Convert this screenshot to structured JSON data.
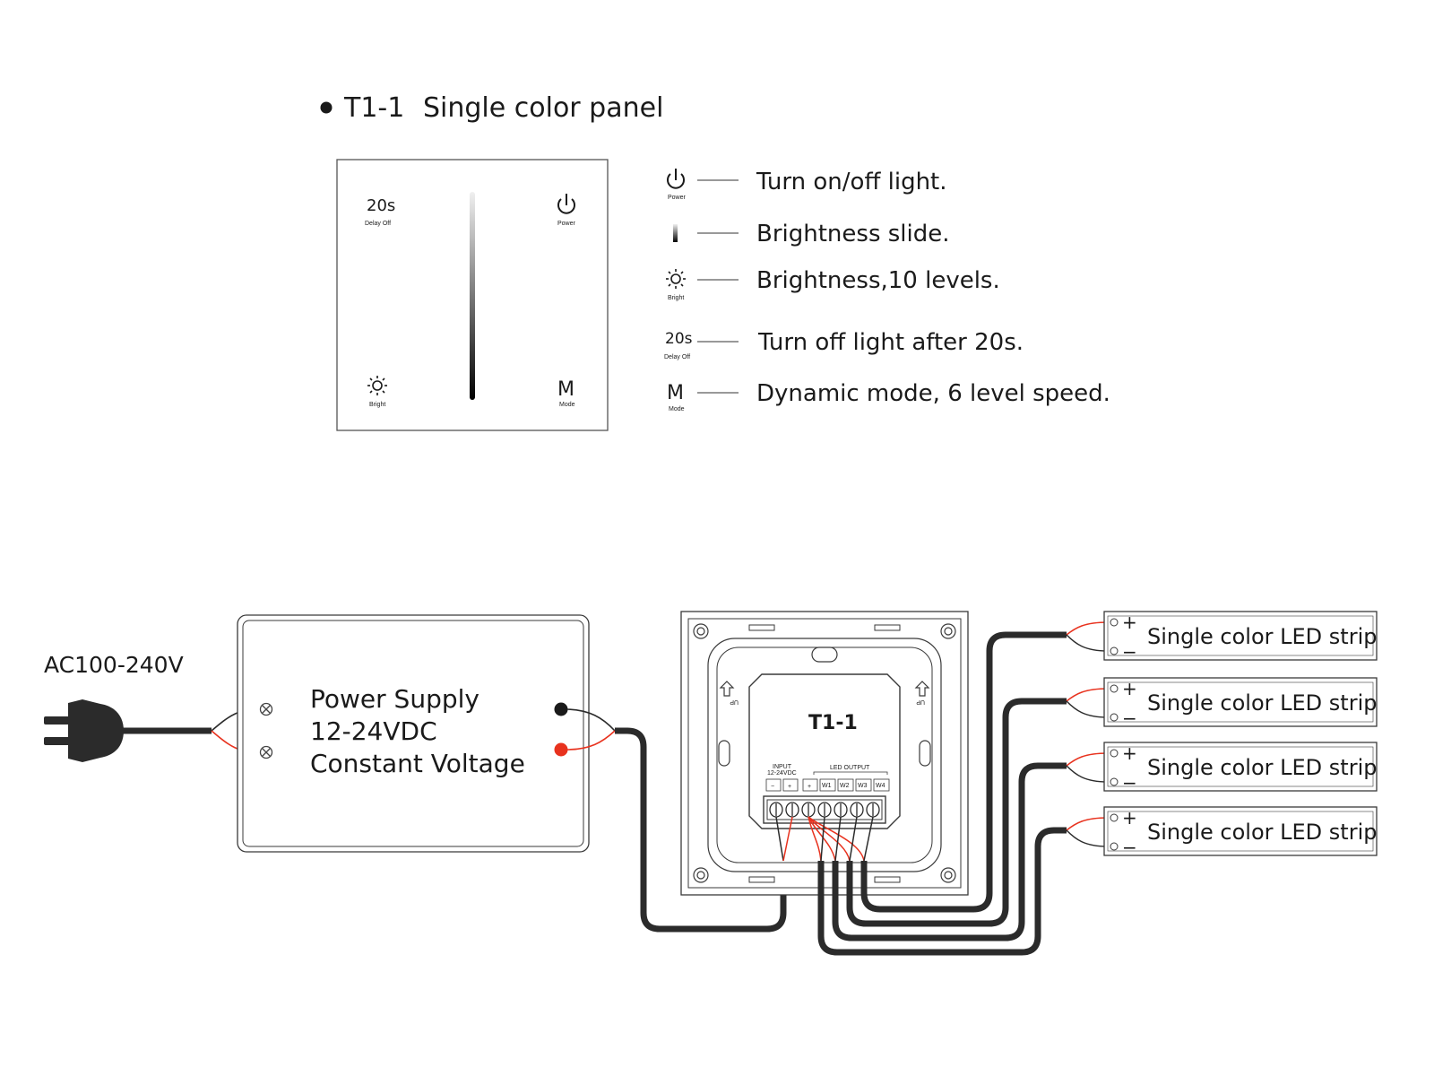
{
  "header": {
    "model": "T1-1",
    "subtitle": "Single color panel"
  },
  "panel_front": {
    "delay_value": "20s",
    "delay_label": "Delay Off",
    "power_label": "Power",
    "bright_label": "Bright",
    "mode_value": "M",
    "mode_label": "Mode"
  },
  "legend": [
    {
      "icon": "power-icon",
      "icon_label": "Power",
      "description": "Turn on/off light."
    },
    {
      "icon": "slider-icon",
      "icon_label": "",
      "description": "Brightness slide."
    },
    {
      "icon": "sun-icon",
      "icon_label": "Bright",
      "description": "Brightness,10 levels."
    },
    {
      "icon": "delay-icon",
      "icon_value": "20s",
      "icon_label": "Delay Off",
      "description": "Turn off light after 20s."
    },
    {
      "icon": "mode-icon",
      "icon_value": "M",
      "icon_label": "Mode",
      "description": "Dynamic mode, 6 level speed."
    }
  ],
  "wiring": {
    "ac_label": "AC100-240V",
    "power_supply": {
      "line1": "Power Supply",
      "line2": "12-24VDC",
      "line3": "Constant Voltage"
    },
    "controller": {
      "model": "T1-1",
      "up_label": "UP",
      "input_label": "INPUT",
      "input_voltage": "12-24VDC",
      "led_output_label": "LED OUTPUT",
      "terminals": [
        "−",
        "+",
        "+",
        "W1",
        "W2",
        "W3",
        "W4"
      ]
    },
    "strips": [
      {
        "label": "Single color LED strip",
        "plus": "+",
        "minus": "−"
      },
      {
        "label": "Single color LED strip",
        "plus": "+",
        "minus": "−"
      },
      {
        "label": "Single color LED strip",
        "plus": "+",
        "minus": "−"
      },
      {
        "label": "Single color LED strip",
        "plus": "+",
        "minus": "−"
      }
    ]
  },
  "colors": {
    "wire": "#2b2b2b",
    "red_wire": "#e8321e",
    "outline": "#3a3a3a"
  }
}
